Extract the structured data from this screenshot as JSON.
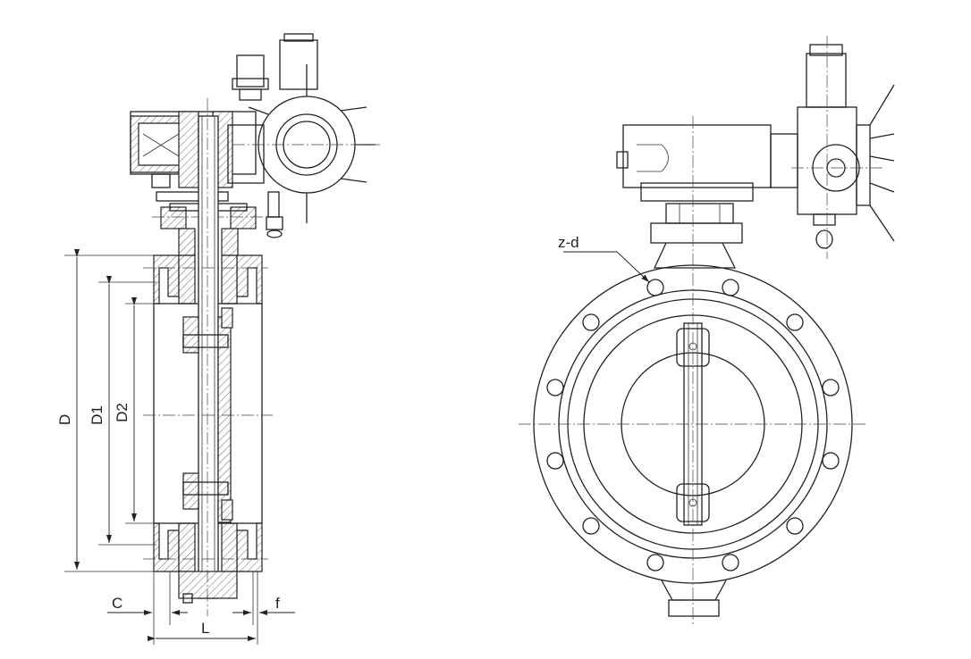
{
  "labels": {
    "D": "D",
    "D1": "D1",
    "D2": "D2",
    "C": "C",
    "L": "L",
    "f": "f",
    "zd": "z-d"
  }
}
